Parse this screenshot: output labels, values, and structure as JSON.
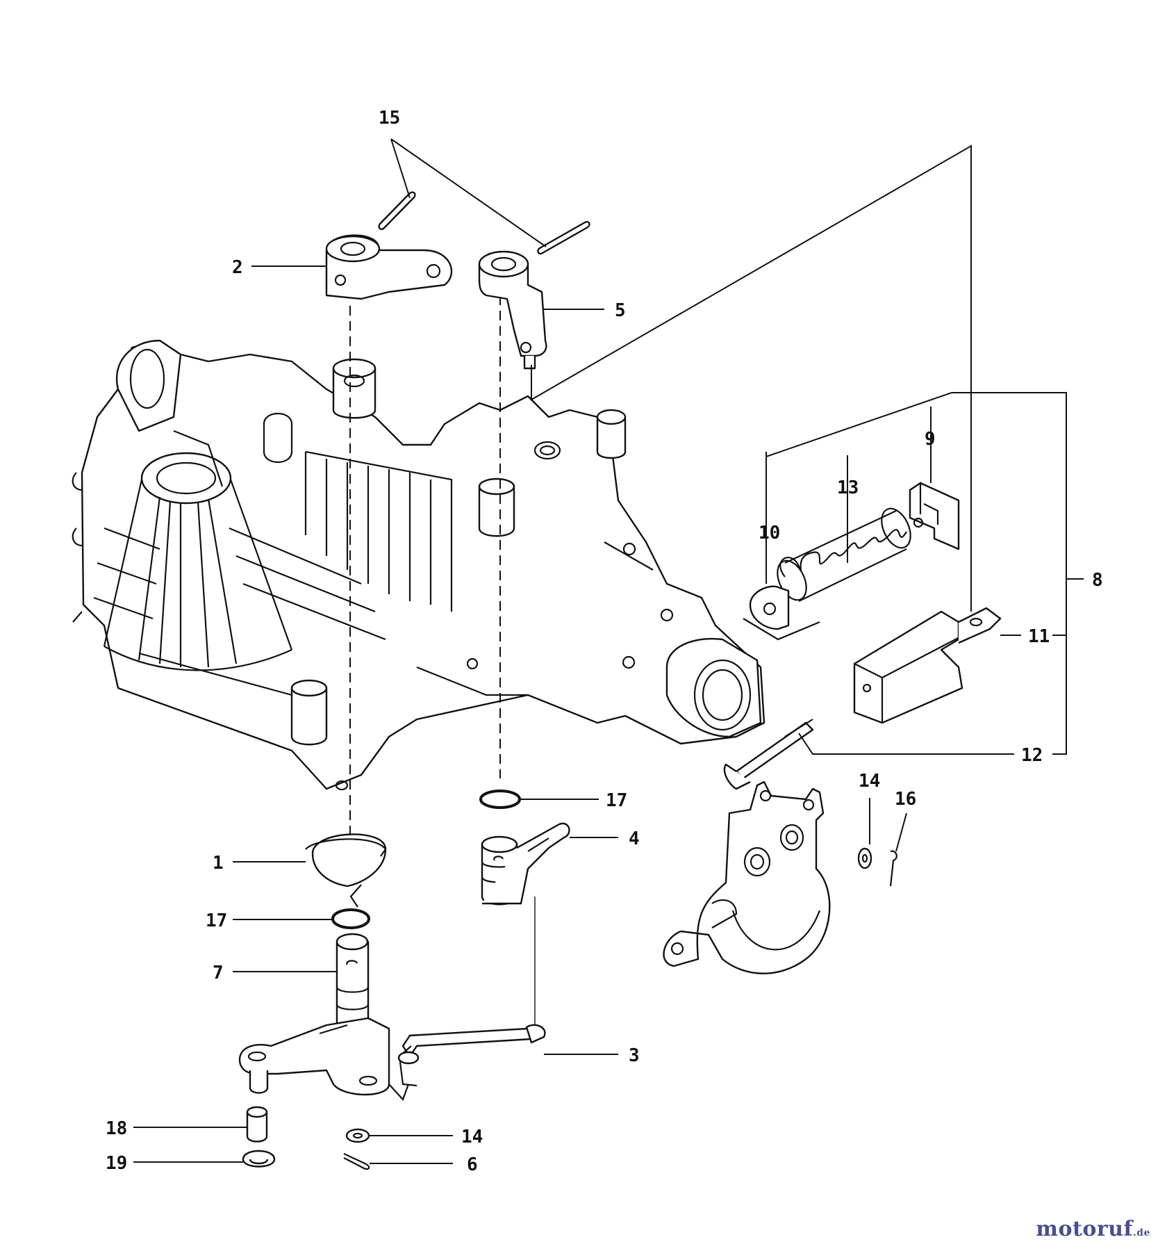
{
  "callouts": {
    "c1": "1",
    "c2": "2",
    "c3": "3",
    "c4": "4",
    "c5": "5",
    "c6": "6",
    "c7": "7",
    "c8": "8",
    "c9": "9",
    "c10": "10",
    "c11": "11",
    "c12": "12",
    "c13": "13",
    "c14a": "14",
    "c14b": "14",
    "c15": "15",
    "c16": "16",
    "c17a": "17",
    "c17b": "17",
    "c18": "18",
    "c19": "19"
  },
  "watermark": {
    "brand_a": "motor",
    "brand_b": "uf",
    "tld": ".de"
  }
}
